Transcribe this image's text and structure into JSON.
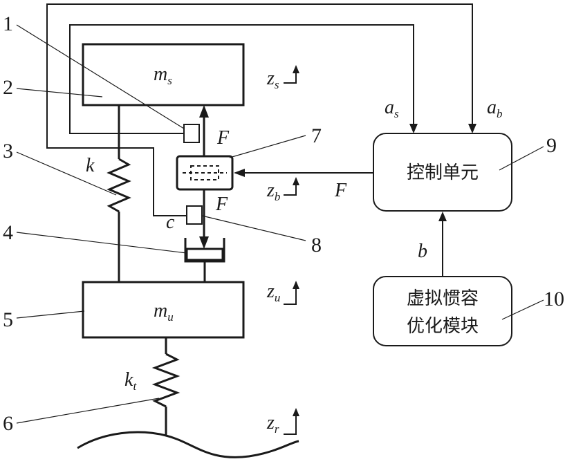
{
  "masses": {
    "sprung": {
      "base": "m",
      "sub": "s"
    },
    "unsprung": {
      "base": "m",
      "sub": "u"
    }
  },
  "symbols": {
    "spring": "k",
    "damper": "c",
    "tire": {
      "base": "k",
      "sub": "t"
    },
    "force_top": "F",
    "force_bottom": "F",
    "force_line": "F",
    "signal_b": "b",
    "as": {
      "base": "a",
      "sub": "s"
    },
    "ab": {
      "base": "a",
      "sub": "b"
    }
  },
  "displacements": {
    "zs": {
      "base": "z",
      "sub": "s"
    },
    "zb": {
      "base": "z",
      "sub": "b"
    },
    "zu": {
      "base": "z",
      "sub": "u"
    },
    "zr": {
      "base": "z",
      "sub": "r"
    }
  },
  "blocks": {
    "control_unit": "控制单元",
    "optimizer_line1": "虚拟惯容",
    "optimizer_line2": "优化模块"
  },
  "callouts": {
    "n1": "1",
    "n2": "2",
    "n3": "3",
    "n4": "4",
    "n5": "5",
    "n6": "6",
    "n7": "7",
    "n8": "8",
    "n9": "9",
    "n10": "10"
  }
}
